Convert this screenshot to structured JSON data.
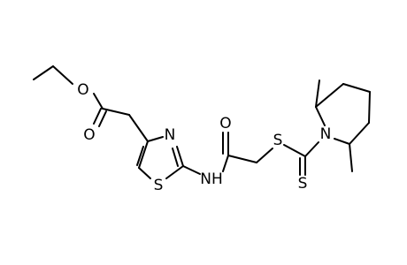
{
  "labels": {
    "o_ester": "O",
    "o_carbonyl": "O",
    "n_thiazole": "N",
    "s_thiazole": "S",
    "nh": "NH",
    "o_amide": "O",
    "s_thioether": "S",
    "s_thione": "S",
    "n_piperidine": "N"
  },
  "colors": {
    "ink": "#000000",
    "background": "#ffffff"
  }
}
